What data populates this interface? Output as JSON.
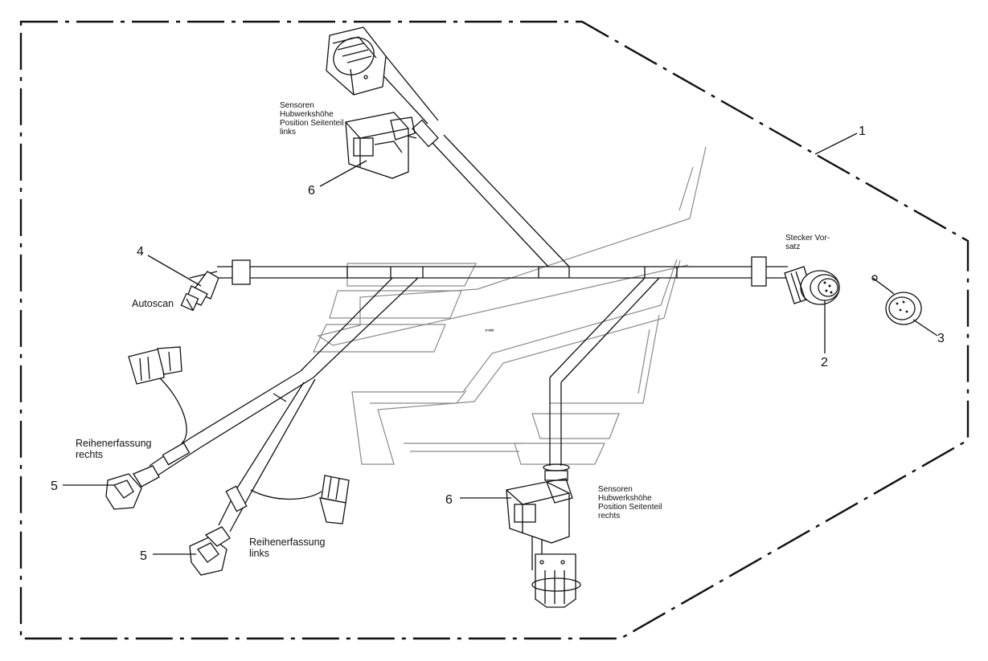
{
  "labels": {
    "sensor_left": [
      "Sensoren",
      "Hubwerkshöhe",
      "Position Seitenteil",
      "links"
    ],
    "sensor_right": [
      "Sensoren",
      "Hubwerkshöhe",
      "Position Seitenteil",
      "rechts"
    ],
    "plug": [
      "Stecker Vor-",
      "satz"
    ],
    "autoscan": "Autoscan",
    "row_right": [
      "Reihenerfassung",
      "rechts"
    ],
    "row_left": [
      "Reihenerfassung",
      "links"
    ]
  },
  "callouts": {
    "harness": "1",
    "plug": "2",
    "cap": "3",
    "autoscan": "4",
    "row_right": "5",
    "row_left": "5",
    "sensor_left": "6",
    "sensor_right": "6"
  }
}
